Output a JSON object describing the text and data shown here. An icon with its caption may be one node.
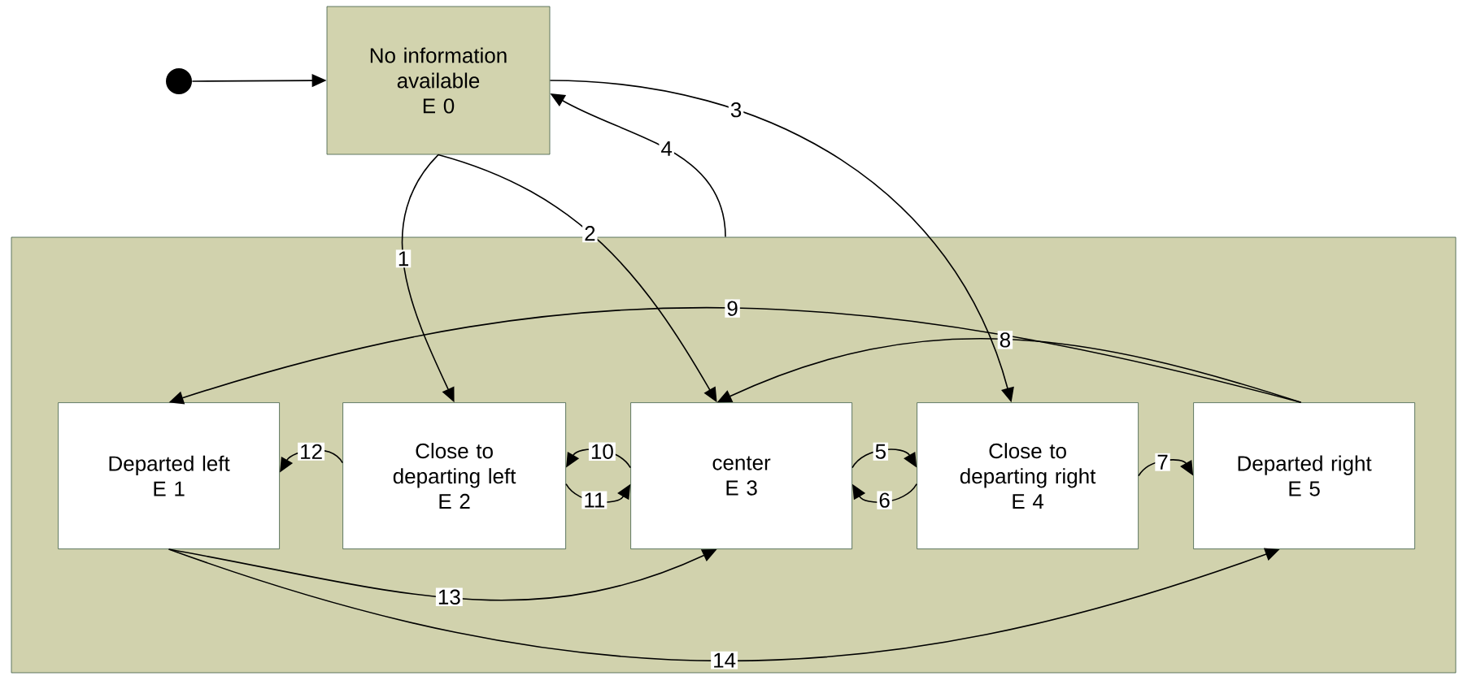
{
  "diagram": {
    "nodes": [
      {
        "text": [],
        "shape": "circle"
      },
      {
        "text": [
          "No information available",
          "E 0"
        ]
      },
      {
        "text": [],
        "shape": "box"
      },
      {
        "text": [
          "Departed left",
          "E 1"
        ],
        "in": 2
      },
      {
        "text": [
          "Close to departing left",
          "E 2"
        ],
        "in": 2
      },
      {
        "text": [
          "center",
          "E 3"
        ],
        "in": 2
      },
      {
        "text": [
          "Close to departing right",
          "E 4"
        ],
        "in": 2
      },
      {
        "text": [
          "Departed right",
          "E 5"
        ],
        "in": 2
      }
    ],
    "edges": [
      {
        "from": 0,
        "to": 1,
        "arrow": "to"
      },
      {
        "from": 1,
        "to": 4,
        "arrow": "to",
        "label": "1"
      },
      {
        "from": 1,
        "to": 5,
        "arrow": "to",
        "label": "2"
      },
      {
        "from": 1,
        "to": 6,
        "arrow": "to",
        "label": "3"
      },
      {
        "from": 2,
        "to": 1,
        "arrow": "to",
        "label": "4"
      },
      {
        "from": 5,
        "to": 6,
        "arrow": "to",
        "label": "5"
      },
      {
        "from": 6,
        "to": 5,
        "arrow": "to",
        "label": "6"
      },
      {
        "from": 6,
        "to": 7,
        "arrow": "to",
        "label": "7"
      },
      {
        "from": 7,
        "to": 5,
        "arrow": "to",
        "label": "8"
      },
      {
        "from": 7,
        "to": 3,
        "arrow": "to",
        "label": "9"
      },
      {
        "from": 5,
        "to": 4,
        "arrow": "to",
        "label": "10"
      },
      {
        "from": 4,
        "to": 5,
        "arrow": "to",
        "label": "11"
      },
      {
        "from": 4,
        "to": 3,
        "arrow": "to",
        "label": "12"
      },
      {
        "from": 3,
        "to": 5,
        "arrow": "to",
        "label": "13"
      },
      {
        "from": 3,
        "to": 7,
        "arrow": "to",
        "label": "14"
      }
    ]
  }
}
